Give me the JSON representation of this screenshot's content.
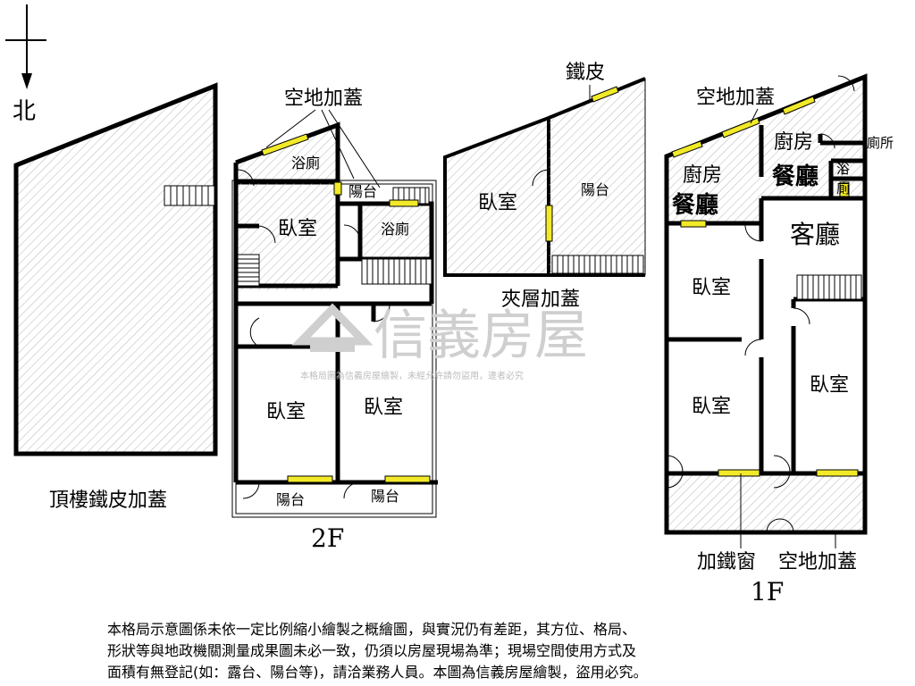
{
  "compass": {
    "north": "北"
  },
  "roof": {
    "title": "頂樓鐵皮加蓋"
  },
  "floor2": {
    "title": "2F",
    "added_open_space": "空地加蓋",
    "bath_top": "浴廁",
    "balcony_top": "陽台",
    "bedroom_mid": "臥室",
    "bath_mid": "浴廁",
    "bedroom_left": "臥室",
    "bedroom_right": "臥室",
    "balcony_left": "陽台",
    "balcony_right": "陽台"
  },
  "mezzanine": {
    "title": "夾層加蓋",
    "iron_sheet": "鐵皮",
    "bedroom": "臥室",
    "balcony": "陽台"
  },
  "floor1": {
    "title": "1F",
    "added_open_space_top": "空地加蓋",
    "kitchen_left": "廚房",
    "dining_left": "餐廳",
    "kitchen_right": "廚房",
    "dining_right": "餐廳",
    "toilet": "廁所",
    "bath": "浴",
    "bath2": "廁",
    "living_room": "客廳",
    "bedroom_top": "臥室",
    "bedroom_bottom_left": "臥室",
    "bedroom_right": "臥室",
    "iron_window": "加鐵窗",
    "added_open_space_bottom": "空地加蓋"
  },
  "watermark": {
    "brand": "信義房屋",
    "notice": "本格局圖為信義房屋繪製，未經允許請勿盜用，違者必究"
  },
  "disclaimer": [
    "本格局示意圖係未依一定比例縮小繪製之概繪圖，與實況仍有差距，其方位、格局、",
    "形狀等與地政機關測量成果圖未必一致，仍須以房屋現場為準；現場空間使用方式及",
    "面積有無登記(如：露台、陽台等)，請洽業務人員。本圖為信義房屋繪製，盜用必究。"
  ],
  "colors": {
    "wall": "#000000",
    "window": "#f2ea28",
    "hatch": "#b5b5b5",
    "watermark": "#cfcfcf"
  }
}
